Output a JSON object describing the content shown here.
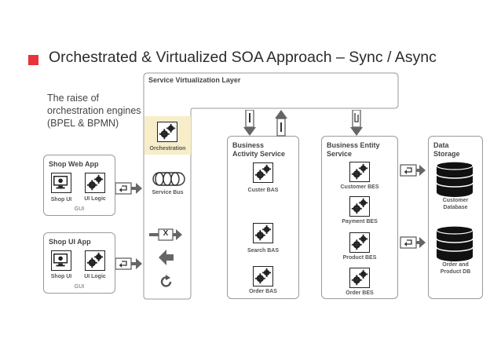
{
  "title": "Orchestrated & Virtualized SOA Approach – Sync / Async",
  "intro": {
    "line1": "The raise of",
    "line2": "orchestration engines",
    "line3": "(BPEL & BPMN)"
  },
  "virtualization_layer": {
    "label": "Service Virtualization Layer"
  },
  "shop_web_app": {
    "title": "Shop Web App",
    "shop_ui": "Shop UI",
    "ui_logic": "UI Logic",
    "group": "GUI"
  },
  "shop_ui_app": {
    "title": "Shop UI App",
    "shop_ui": "Shop UI",
    "ui_logic": "UI Logic",
    "group": "GUI"
  },
  "middle": {
    "orchestration": "Orchestration",
    "service_bus": "Service Bus",
    "transform_symbol": "X"
  },
  "bas": {
    "title_line1": "Business",
    "title_line2": "Activity Service",
    "items": [
      "Custer BAS",
      "Search BAS",
      "Order BAS"
    ]
  },
  "bes": {
    "title_line1": "Business Entity",
    "title_line2": "Service",
    "items": [
      "Customer BES",
      "Payment BES",
      "Product BES",
      "Order BES"
    ]
  },
  "storage": {
    "title_line1": "Data",
    "title_line2": "Storage",
    "db1_line1": "Customer",
    "db1_line2": "Database",
    "db2_line1": "Order and",
    "db2_line2": "Product DB"
  },
  "colors": {
    "accent": "#e8323c",
    "orchestration_bg": "#f8edc9",
    "arrow": "#666666",
    "border": "#9a9a9a"
  },
  "icons": [
    "gear-icon",
    "monitor-icon",
    "database-icon",
    "queue-icon",
    "loop-arrow-icon",
    "refresh-icon",
    "split-arrow-icon"
  ]
}
